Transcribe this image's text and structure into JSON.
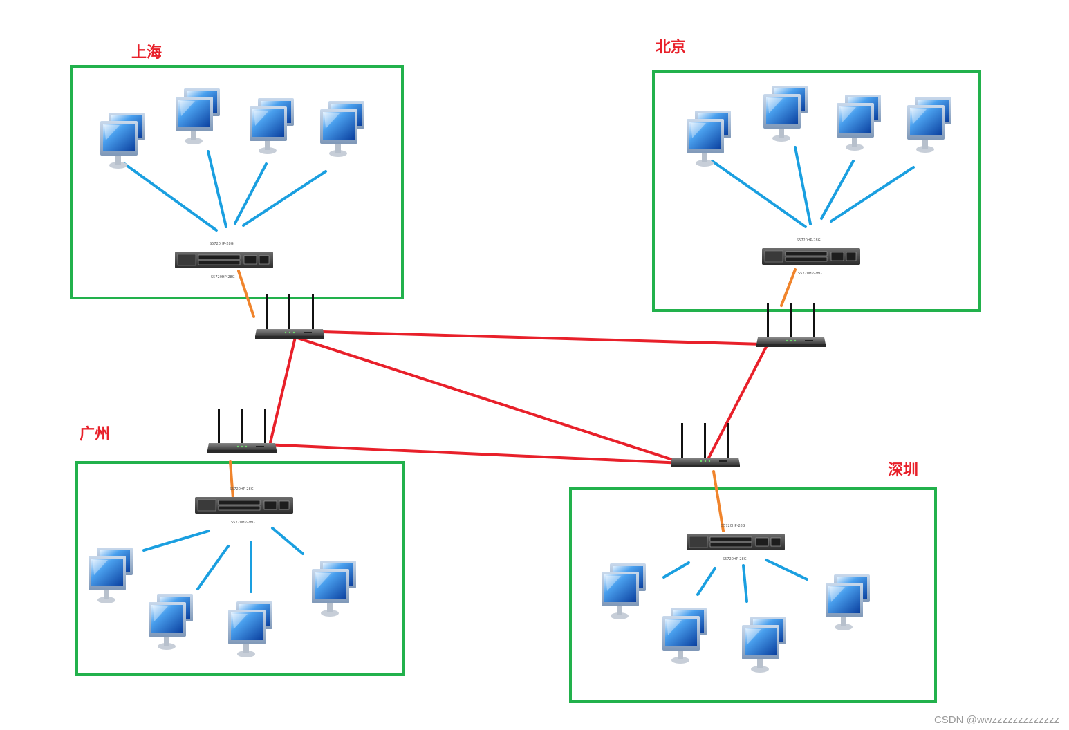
{
  "sites": {
    "shanghai": {
      "label": "上海"
    },
    "beijing": {
      "label": "北京"
    },
    "guangzhou": {
      "label": "广州"
    },
    "shenzhen": {
      "label": "深圳"
    }
  },
  "icons": {
    "computer": "computer-icon",
    "switch": "switch-icon",
    "router": "router-icon"
  },
  "colors": {
    "site_border": "#22b14c",
    "label": "#e8202a",
    "pc_link": "#1a9fe0",
    "uplink": "#f0842c",
    "wan_link": "#e8202a"
  },
  "watermark": "CSDN @wwzzzzzzzzzzzzz"
}
